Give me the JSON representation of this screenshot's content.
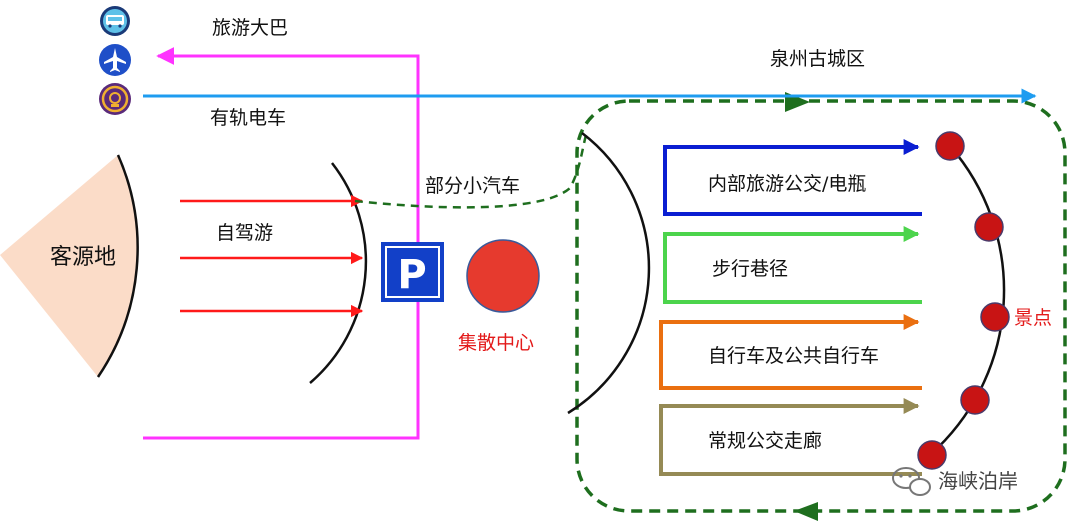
{
  "labels": {
    "tour_bus": "旅游大巴",
    "tram": "有轨电车",
    "old_city": "泉州古城区",
    "origin": "客源地",
    "self_drive": "自驾游",
    "some_cars": "部分小汽车",
    "parking": "P",
    "hub": "集散中心",
    "internal_bus": "内部旅游公交/电瓶",
    "walking_lanes": "步行巷径",
    "bicycles": "自行车及公共自行车",
    "bus_corridor": "常规公交走廊",
    "scenic_spots": "景点",
    "watermark": "海峡泊岸"
  },
  "icons": [
    "bus-icon",
    "airplane-icon",
    "railway-icon",
    "parking-icon",
    "wechat-icon"
  ],
  "colors": {
    "tour_bus_line": "#ff33ff",
    "tram_line": "#1e9cf0",
    "self_drive_arrows": "#ff1a1a",
    "old_city_boundary": "#1e6e1e",
    "internal_bus": "#0a1ed2",
    "walking_lanes": "#4cd44c",
    "bicycles": "#ea6f10",
    "bus_corridor": "#958a55",
    "hub_circle": "#e63a2e",
    "scenic_spot": "#c81414",
    "origin_fill": "#fbdcc8",
    "parking_blue": "#1240c8"
  }
}
